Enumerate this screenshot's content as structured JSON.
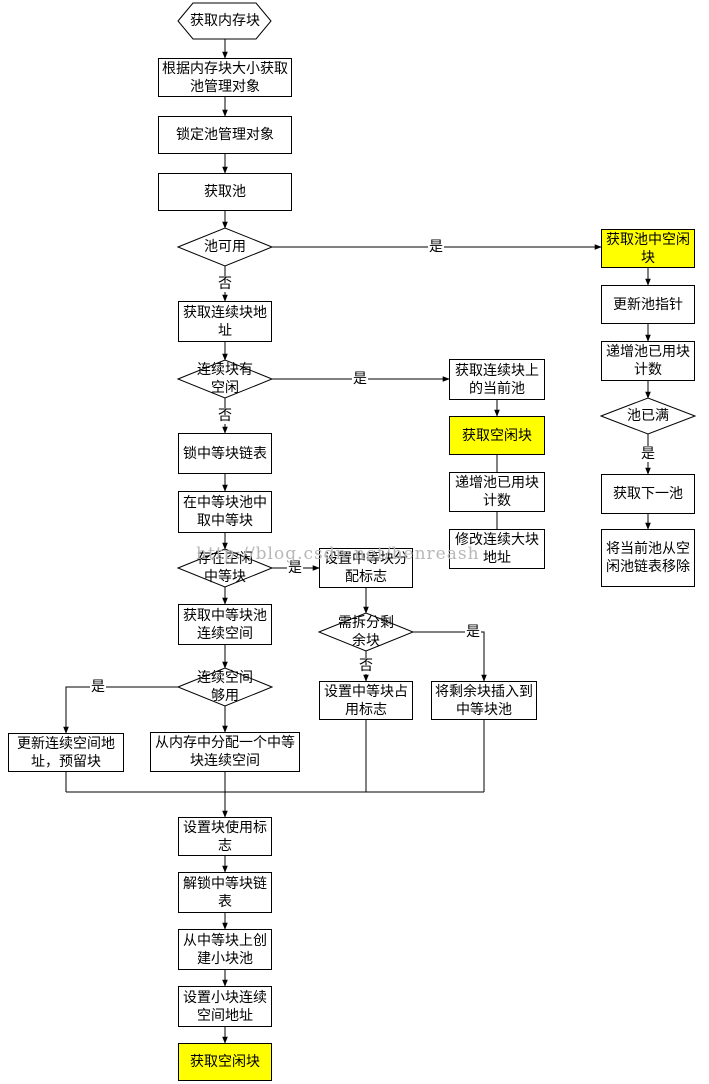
{
  "nodes": {
    "start": "获取内存块",
    "get_pool_mgr": "根据内存块大小获取池管理对象",
    "lock_pool_mgr": "锁定池管理对象",
    "get_pool": "获取池",
    "pool_available": "池可用",
    "get_free_block_in_pool": "获取池中空闲块",
    "update_pool_ptr": "更新池指针",
    "inc_pool_used_1": "递增池已用块计数",
    "pool_full": "池已满",
    "get_next_pool": "获取下一池",
    "remove_pool": "将当前池从空闲池链表移除",
    "get_cont_block_addr": "获取连续块地址",
    "cont_block_free": "连续块有空闲",
    "get_current_pool": "获取连续块上的当前池",
    "get_free_block_2": "获取空闲块",
    "inc_pool_used_2": "递增池已用块计数",
    "modify_cont_addr": "修改连续大块地址",
    "lock_mid_list": "锁中等块链表",
    "take_mid_from_pool": "在中等块池中取中等块",
    "free_mid_exists": "存在空闲中等块",
    "set_mid_alloc_flag": "设置中等块分配标志",
    "need_split": "需拆分剩余块",
    "set_mid_used_flag": "设置中等块占用标志",
    "insert_remainder": "将剩余块插入到中等块池",
    "get_mid_cont_space": "获取中等块池连续空间",
    "cont_space_enough": "连续空间够用",
    "update_cont_space": "更新连续空间地址，预留块",
    "alloc_mid_from_mem": "从内存中分配一个中等块连续空间",
    "set_block_used": "设置块使用标志",
    "unlock_mid_list": "解锁中等块链表",
    "create_small_pool": "从中等块上创建小块池",
    "set_small_cont_addr": "设置小块连续空间地址",
    "get_free_block_final": "获取空闲块"
  },
  "labels": {
    "yes": "是",
    "no": "否"
  },
  "watermark": "http://blog.csdn.net/henreash",
  "colors": {
    "highlight": "#ffff00",
    "line": "#000000"
  }
}
